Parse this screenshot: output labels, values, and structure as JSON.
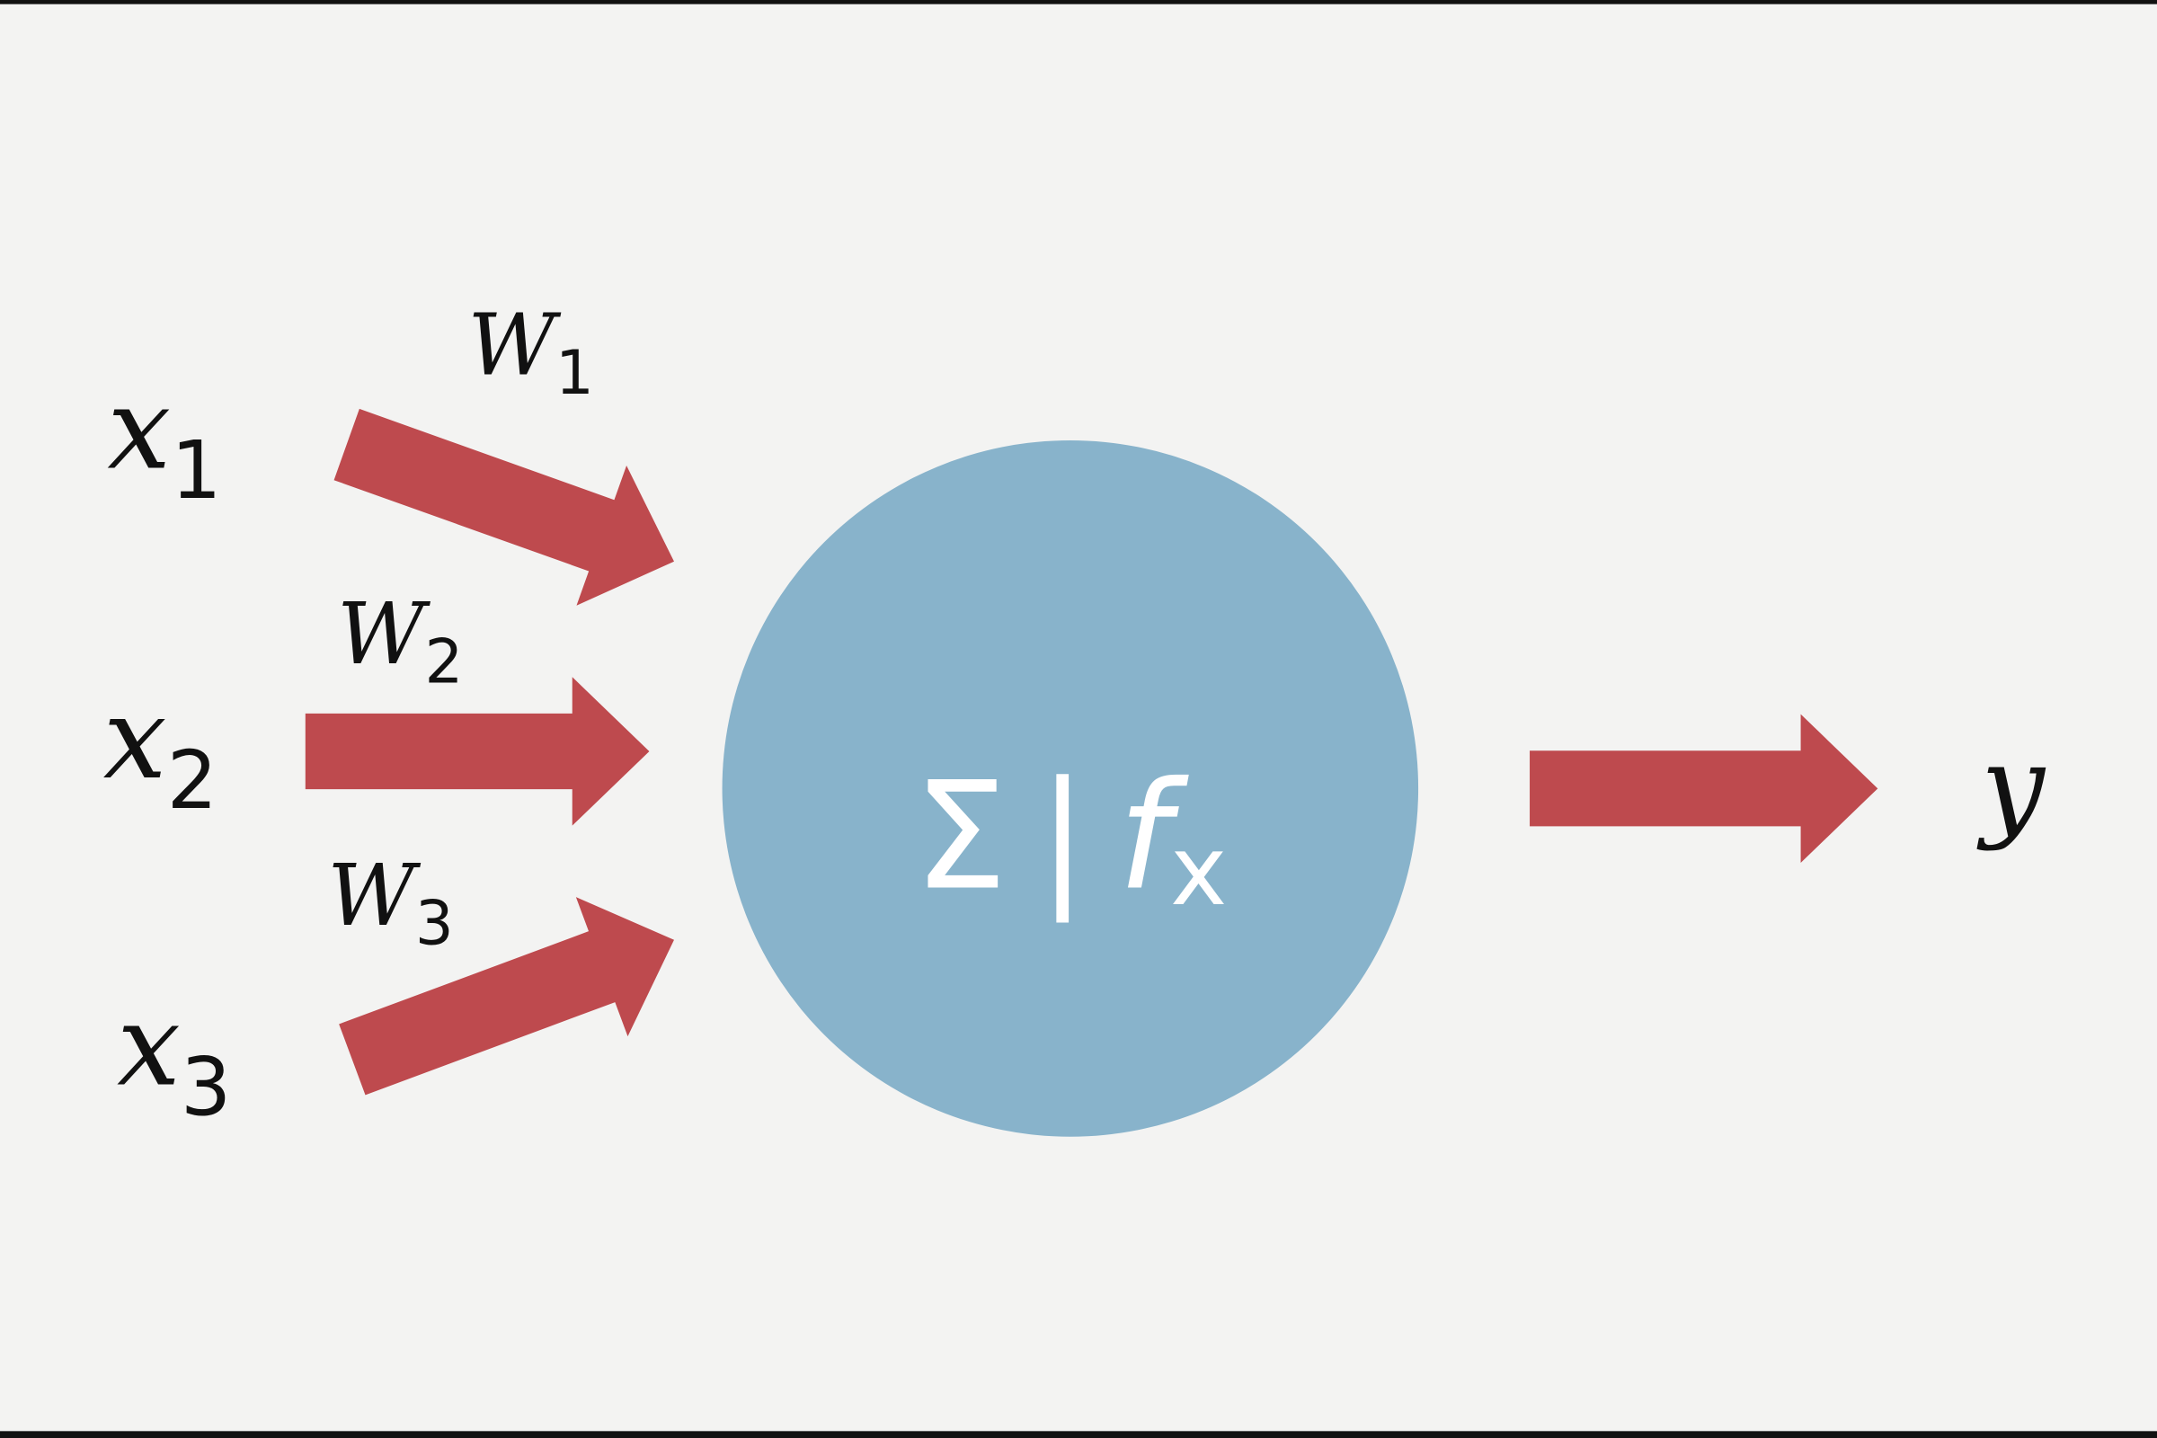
{
  "colors": {
    "arrow": "#be4a4e",
    "neuron": "#88b3cb",
    "background": "#f3f3f2",
    "text": "#111111",
    "neuron_text": "#ffffff"
  },
  "inputs": [
    {
      "var": "x",
      "sub": "1",
      "weight": "W",
      "weight_sub": "1"
    },
    {
      "var": "x",
      "sub": "2",
      "weight": "W",
      "weight_sub": "2"
    },
    {
      "var": "x",
      "sub": "3",
      "weight": "W",
      "weight_sub": "3"
    }
  ],
  "neuron": {
    "sum": "Σ",
    "separator": "|",
    "func": "f",
    "func_sub": "x"
  },
  "output": {
    "label": "y"
  }
}
